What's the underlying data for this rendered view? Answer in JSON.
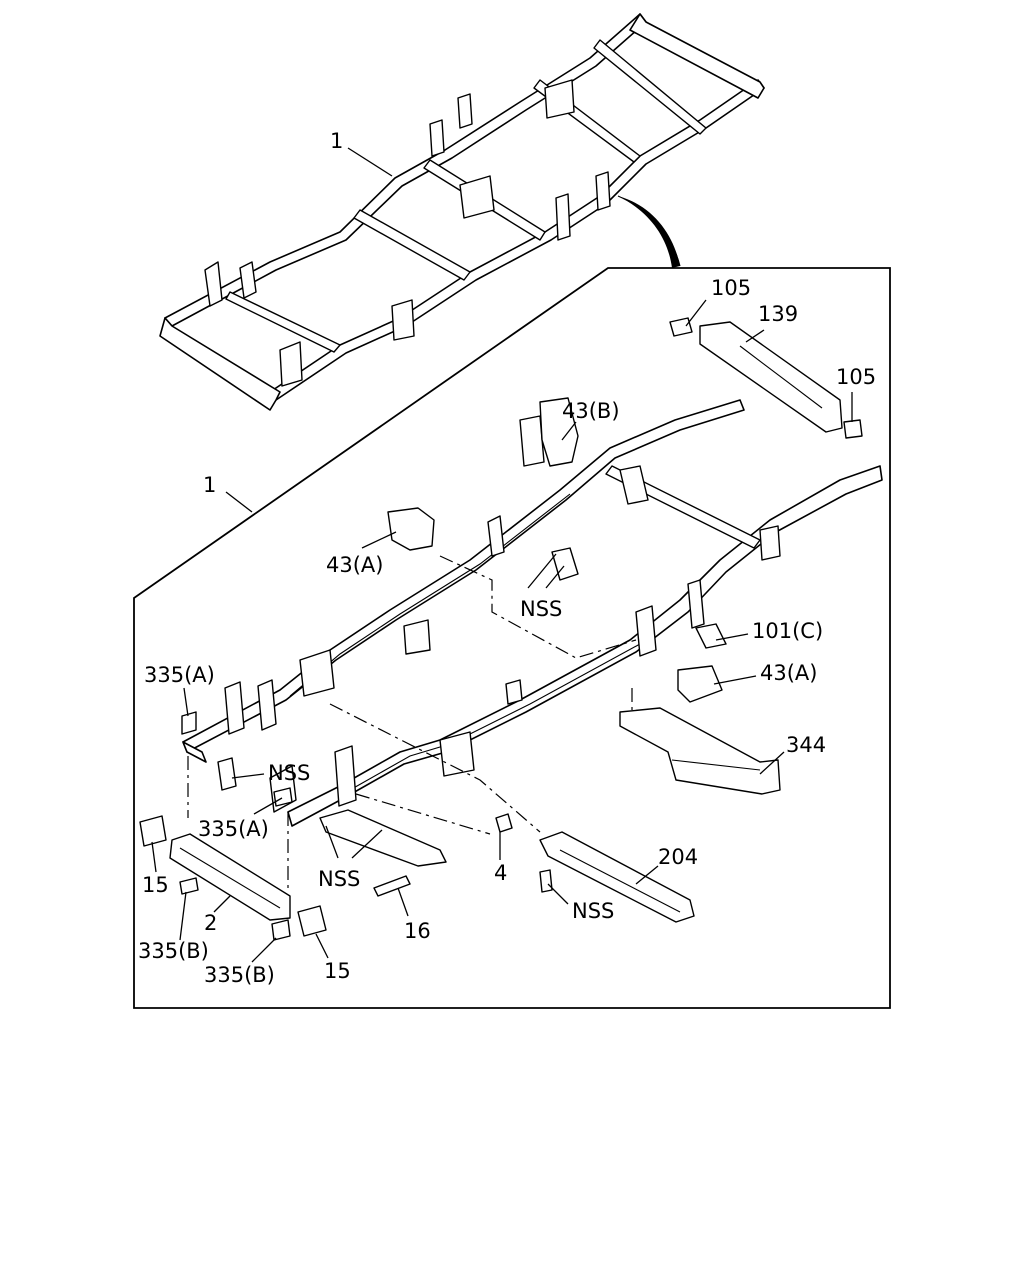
{
  "callouts": {
    "c1_top": "1",
    "c1_main": "1",
    "c105_a": "105",
    "c139": "139",
    "c105_b": "105",
    "c43b": "43(B)",
    "c43a_left": "43(A)",
    "nss_upper": "NSS",
    "c101c": "101(C)",
    "c43a_right": "43(A)",
    "c335a_top": "335(A)",
    "nss_left": "NSS",
    "c335a_mid": "335(A)",
    "c344": "344",
    "c204": "204",
    "nss_center": "NSS",
    "c4": "4",
    "nss_bolt": "NSS",
    "c15_left": "15",
    "c2": "2",
    "c16": "16",
    "c335b_left": "335(B)",
    "c335b_right": "335(B)",
    "c15_right": "15"
  }
}
